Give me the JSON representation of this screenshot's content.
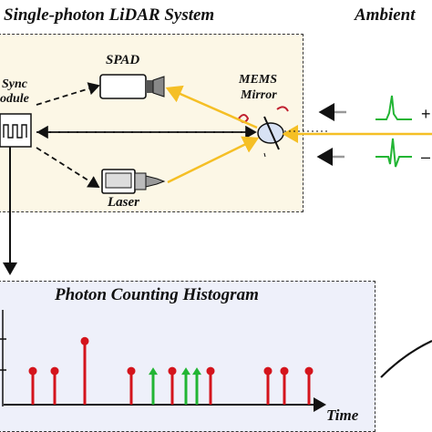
{
  "titles": {
    "system": "Single-photon LiDAR System",
    "ambient": "Ambient",
    "histogram": "Photon Counting Histogram"
  },
  "components": {
    "spad": "SPAD",
    "mems_line1": "MEMS",
    "mems_line2": "Mirror",
    "sync_line1": "Sync",
    "sync_line2": "odule",
    "laser": "Laser"
  },
  "histogram": {
    "xlabel": "Time",
    "markers": [
      {
        "x": 0.06,
        "level": 0.45,
        "type": "signal"
      },
      {
        "x": 0.1,
        "level": 0.45,
        "type": "signal"
      },
      {
        "x": 0.155,
        "level": 0.85,
        "type": "signal"
      },
      {
        "x": 0.24,
        "level": 0.45,
        "type": "signal"
      },
      {
        "x": 0.28,
        "level": 0.45,
        "type": "noise"
      },
      {
        "x": 0.315,
        "level": 0.45,
        "type": "signal"
      },
      {
        "x": 0.34,
        "level": 0.45,
        "type": "noise"
      },
      {
        "x": 0.36,
        "level": 0.45,
        "type": "noise"
      },
      {
        "x": 0.385,
        "level": 0.45,
        "type": "signal"
      },
      {
        "x": 0.49,
        "level": 0.45,
        "type": "signal"
      },
      {
        "x": 0.52,
        "level": 0.45,
        "type": "signal"
      },
      {
        "x": 0.565,
        "level": 0.45,
        "type": "signal"
      }
    ]
  },
  "colors": {
    "signal": "#d4141c",
    "noise": "#22b534",
    "beam": "#f5bf25",
    "system_bg": "#fcf7e6",
    "hist_bg": "#eef0fa"
  }
}
